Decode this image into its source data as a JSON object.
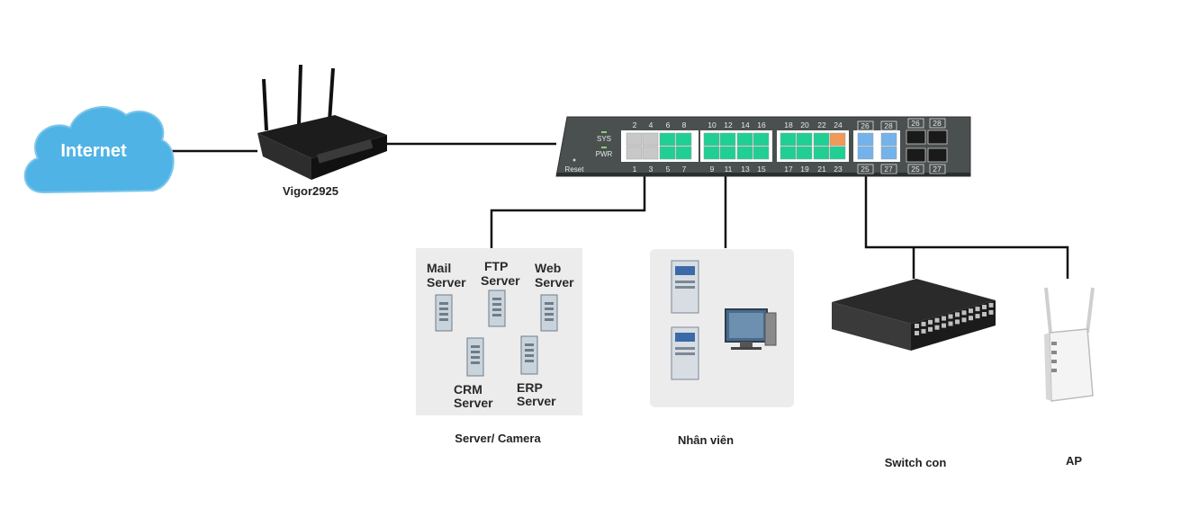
{
  "internet_label": "Internet",
  "router_label": "Vigor2925",
  "switch": {
    "sys_label": "SYS",
    "pwr_label": "PWR",
    "reset_label": "Reset",
    "top_ports": [
      "2",
      "4",
      "6",
      "8",
      "10",
      "12",
      "14",
      "16",
      "18",
      "20",
      "22",
      "24"
    ],
    "bottom_ports": [
      "1",
      "3",
      "5",
      "7",
      "9",
      "11",
      "13",
      "15",
      "17",
      "19",
      "21",
      "23"
    ],
    "sfp_top": [
      "26",
      "28"
    ],
    "sfp_bottom": [
      "25",
      "27"
    ],
    "sfp_block_top": [
      "26",
      "28"
    ],
    "sfp_block_bottom": [
      "25",
      "27"
    ]
  },
  "servers": {
    "mail": [
      "Mail",
      "Server"
    ],
    "ftp": [
      "FTP",
      "Server"
    ],
    "web": [
      "Web",
      "Server"
    ],
    "crm": [
      "CRM",
      "Server"
    ],
    "erp": [
      "ERP",
      "Server"
    ]
  },
  "labels": {
    "server_camera": "Server/ Camera",
    "staff": "Nhân viên",
    "sub_switch": "Switch con",
    "ap": "AP"
  }
}
